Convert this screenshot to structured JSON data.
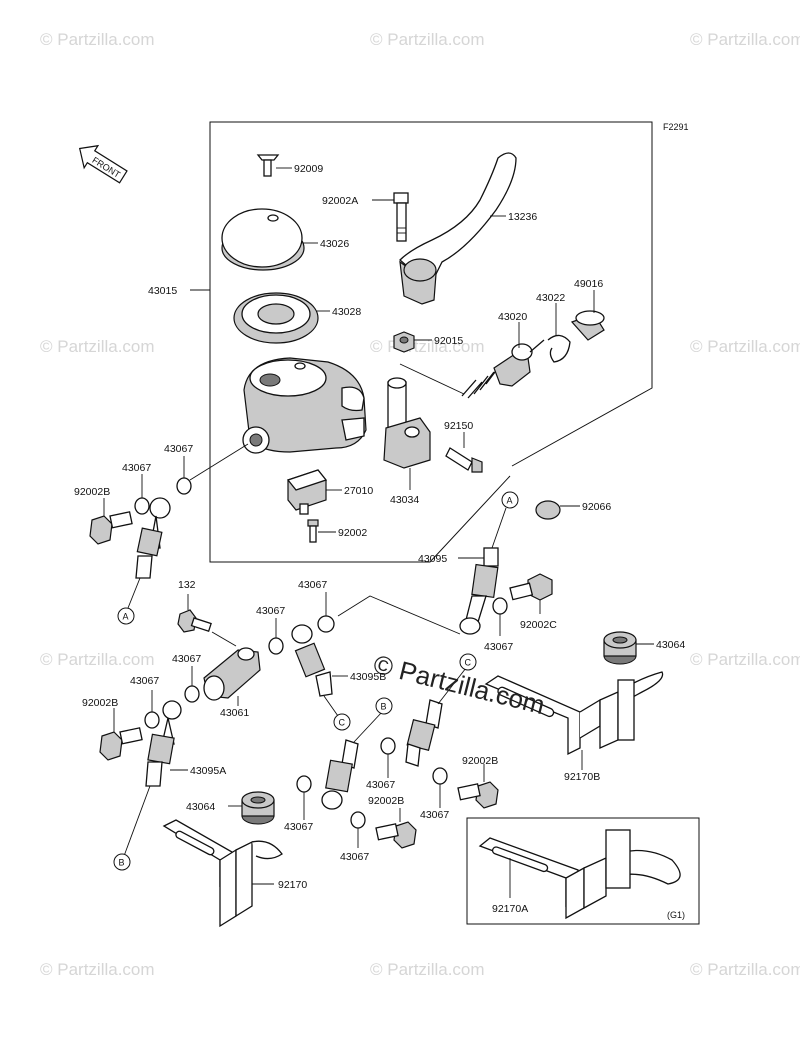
{
  "diagram_code": "F2291",
  "front_label": "FRONT",
  "watermark_text": "© Partzilla.com",
  "center_watermark": "© Partzilla.com",
  "option_box_label": "(G1)",
  "callouts": [
    {
      "id": "pipe-A-upper",
      "letter": "A"
    },
    {
      "id": "pipe-A-lower",
      "letter": "A"
    },
    {
      "id": "pipe-B-upper",
      "letter": "B"
    },
    {
      "id": "pipe-B-lower",
      "letter": "B"
    },
    {
      "id": "pipe-C-upper",
      "letter": "C"
    },
    {
      "id": "pipe-C-lower",
      "letter": "C"
    }
  ],
  "parts": [
    {
      "number": "92009"
    },
    {
      "number": "92002A"
    },
    {
      "number": "13236"
    },
    {
      "number": "43026"
    },
    {
      "number": "43015"
    },
    {
      "number": "43028"
    },
    {
      "number": "49016"
    },
    {
      "number": "43022"
    },
    {
      "number": "43020"
    },
    {
      "number": "92015"
    },
    {
      "number": "92150"
    },
    {
      "number": "43067"
    },
    {
      "number": "43067"
    },
    {
      "number": "27010"
    },
    {
      "number": "43034"
    },
    {
      "number": "92002B"
    },
    {
      "number": "92066"
    },
    {
      "number": "92002"
    },
    {
      "number": "43095"
    },
    {
      "number": "132"
    },
    {
      "number": "43067"
    },
    {
      "number": "43067"
    },
    {
      "number": "92002C"
    },
    {
      "number": "43067"
    },
    {
      "number": "43067"
    },
    {
      "number": "43064"
    },
    {
      "number": "43095B"
    },
    {
      "number": "43067"
    },
    {
      "number": "43061"
    },
    {
      "number": "92002B"
    },
    {
      "number": "43095A"
    },
    {
      "number": "92002B"
    },
    {
      "number": "43067"
    },
    {
      "number": "92002B"
    },
    {
      "number": "92170B"
    },
    {
      "number": "43064"
    },
    {
      "number": "43067"
    },
    {
      "number": "43067"
    },
    {
      "number": "43067"
    },
    {
      "number": "92170"
    },
    {
      "number": "92170A"
    }
  ]
}
